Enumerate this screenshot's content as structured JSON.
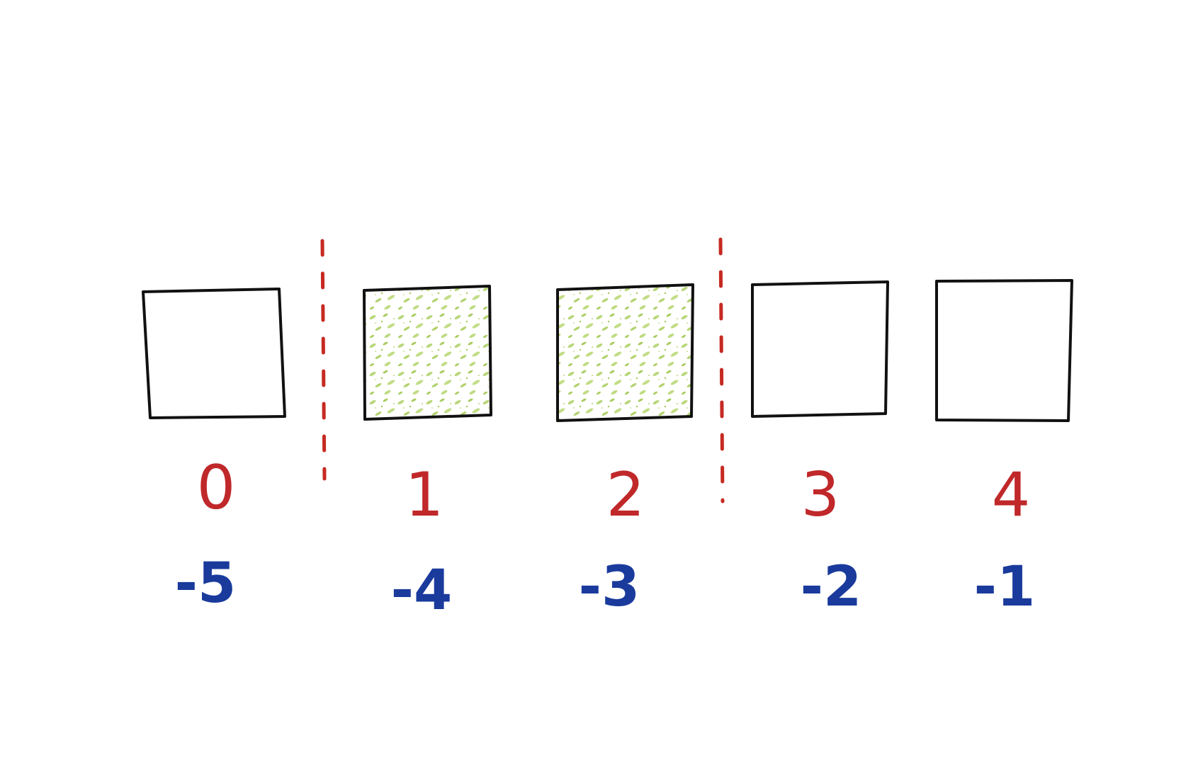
{
  "colors": {
    "box_outline": "#111111",
    "selected_fill": "#b9d77a",
    "cut_line": "#c62a22",
    "positive_index": "#c0282a",
    "negative_index": "#1a3a9c"
  },
  "cells": [
    {
      "index": "0",
      "negative_index": "-5",
      "selected": false
    },
    {
      "index": "1",
      "negative_index": "-4",
      "selected": true
    },
    {
      "index": "2",
      "negative_index": "-3",
      "selected": true
    },
    {
      "index": "3",
      "negative_index": "-2",
      "selected": false
    },
    {
      "index": "4",
      "negative_index": "-1",
      "selected": false
    }
  ],
  "cut_lines": [
    {
      "between": [
        0,
        1
      ]
    },
    {
      "between": [
        2,
        3
      ]
    }
  ]
}
